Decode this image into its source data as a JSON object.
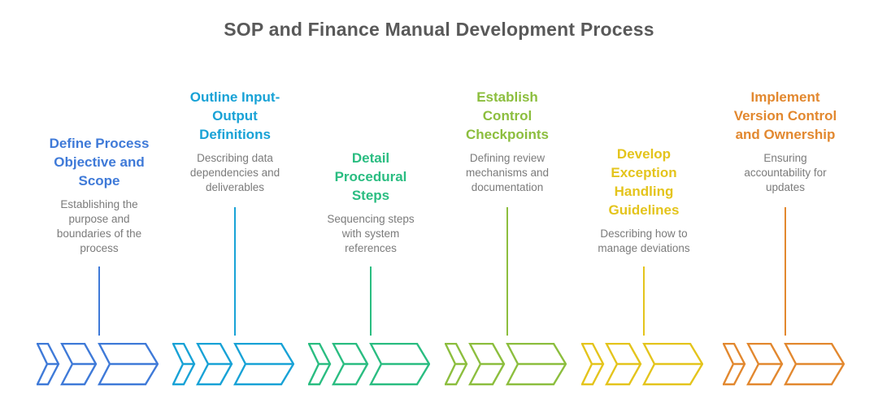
{
  "title": "SOP and Finance Manual Development Process",
  "title_color": "#595959",
  "description_color": "#7b7b7b",
  "steps": [
    {
      "title": "Define Process\nObjective and\nScope",
      "description": "Establishing the\npurpose and\nboundaries of the\nprocess",
      "color": "#3f7ad8"
    },
    {
      "title": "Outline Input-\nOutput\nDefinitions",
      "description": "Describing data\ndependencies and\ndeliverables",
      "color": "#18a2d6"
    },
    {
      "title": "Detail\nProcedural\nSteps",
      "description": "Sequencing steps\nwith system\nreferences",
      "color": "#2abd81"
    },
    {
      "title": "Establish\nControl\nCheckpoints",
      "description": "Defining review\nmechanisms and\ndocumentation",
      "color": "#8cbe3e"
    },
    {
      "title": "Develop\nException\nHandling\nGuidelines",
      "description": "Describing how to\nmanage deviations",
      "color": "#e4c41c"
    },
    {
      "title": "Implement\nVersion Control\nand Ownership",
      "description": "Ensuring\naccountability for\nupdates",
      "color": "#e2882f"
    }
  ]
}
